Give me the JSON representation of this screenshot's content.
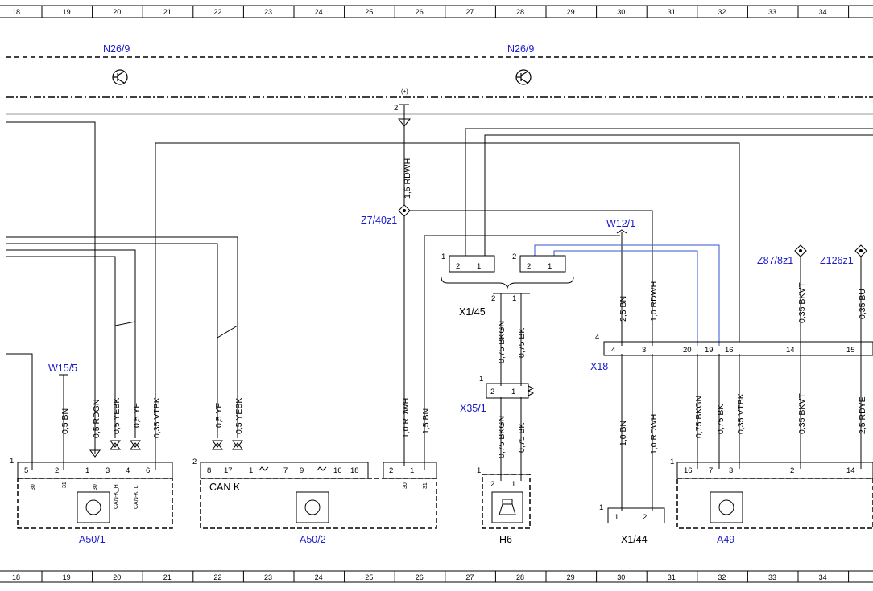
{
  "grid": {
    "top": [
      "18",
      "19",
      "20",
      "21",
      "22",
      "23",
      "24",
      "25",
      "26",
      "27",
      "28",
      "29",
      "30",
      "31",
      "32",
      "33",
      "34"
    ],
    "bottom": [
      "18",
      "19",
      "20",
      "21",
      "22",
      "23",
      "24",
      "25",
      "26",
      "27",
      "28",
      "29",
      "30",
      "31",
      "32",
      "33",
      "34"
    ]
  },
  "refs": {
    "n26_left": "N26/9",
    "n26_right": "N26/9",
    "z7": "Z7/40z1",
    "w12": "W12/1",
    "w15": "W15/5",
    "x18": "X18",
    "x35": "X35/1",
    "z87": "Z87/8z1",
    "z126": "Z126z1",
    "a50_1": "A50/1",
    "a50_2": "A50/2",
    "a49": "A49"
  },
  "labels": {
    "x1_45": "X1/45",
    "x1_44": "X1/44",
    "h6": "H6",
    "can_k": "CAN K",
    "plus": "(+)"
  },
  "wires": {
    "top_rdwh": "1,5 RDWH",
    "w15_bn": "0,5 BN",
    "a501_rdgn": "0,5 RDGN",
    "a501_yebk": "0,5 YEBK",
    "a501_ye": "0,5 YE",
    "a501_vtbk": "0,35 VTBK",
    "a502_ye": "0,5 YE",
    "a502_yebk": "0,5 YEBK",
    "a502_rdwh": "1,0 RDWH",
    "a502_bn": "1,5 BN",
    "x145_bkgn": "0,75 BKGN",
    "x145_bk": "0,75 BK",
    "h6_bkgn": "0,75 BKGN",
    "h6_bk": "0,75 BK",
    "w12_bn": "2,5 BN",
    "w12_rdwh": "1,0 RDWH",
    "x18_bn": "1,0 BN",
    "x18_rdwh": "1,0 RDWH",
    "a49_bkgn": "0,75 BKGN",
    "a49_bk": "0,75 BK",
    "a49_vtbk": "0,35 VTBK",
    "z87_bkvt_top": "0,35 BKVT",
    "z87_bkvt_bot": "0,35 BKVT",
    "z126_bu": "0,35 BU",
    "z126_rdye": "2,5 RDYE"
  },
  "pins": {
    "a501_row": [
      "5",
      "2",
      "1",
      "3",
      "4",
      "6"
    ],
    "a501_row_num": "1",
    "a501_sub": [
      "30",
      "31",
      "30",
      "CAN-K_H",
      "CAN-K_L"
    ],
    "a502_row_num": "2",
    "a502_row": [
      "8",
      "17",
      "1",
      "7",
      "9",
      "16",
      "18"
    ],
    "a502_right_row": [
      "2",
      "1"
    ],
    "a502_sub": [
      "30",
      "31"
    ],
    "x145_top1": [
      "2",
      "1"
    ],
    "x145_top2": [
      "2",
      "1"
    ],
    "x145_grp1": "1",
    "x145_grp2": "2",
    "x145_bot": [
      "2",
      "1"
    ],
    "x35_num": "1",
    "x35_pins": [
      "2",
      "1"
    ],
    "h6_num": "1",
    "h6_pins": [
      "2",
      "1"
    ],
    "x18_num": "4",
    "x18_row": [
      "4",
      "3",
      "20",
      "19",
      "16",
      "14",
      "15"
    ],
    "x144_num": "1",
    "x144_pins": [
      "1",
      "2"
    ],
    "a49_num": "1",
    "a49_row": [
      "16",
      "7",
      "3",
      "2",
      "14"
    ],
    "pin2": "2"
  },
  "colors": {
    "reference": "#1a1acd",
    "line": "#000000",
    "blue_wire": "#3355cc",
    "grey_wire": "#888888"
  }
}
